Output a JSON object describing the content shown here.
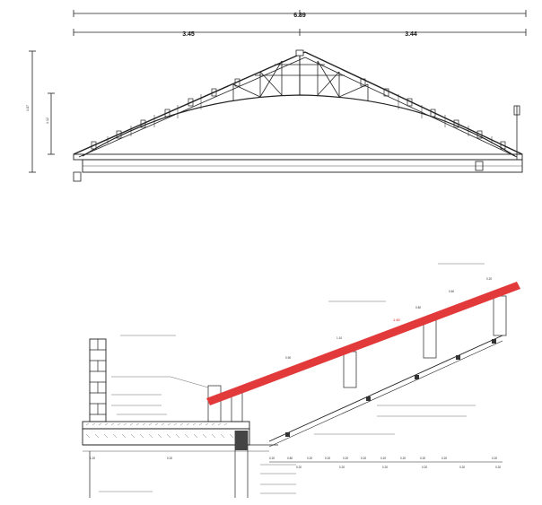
{
  "truss": {
    "overall_span": "6.89",
    "left_half": "3.45",
    "right_half": "3.44",
    "overall_height": "1.87",
    "inner_height": "1.12"
  },
  "detail": {
    "lower_dims": [
      "0.20",
      "0.80",
      "0.20",
      "0.20",
      "0.20",
      "0.20",
      "0.20",
      "0.20",
      "0.20",
      "0.20",
      "0.20"
    ],
    "lower_dims_2": [
      "1.20",
      "0.20",
      "0.20",
      "0.20",
      "0.20",
      "0.20",
      "0.20",
      "0.20"
    ],
    "slope_labels": [
      "0.90",
      "1.10",
      "0.80",
      "0.60",
      "0.20"
    ],
    "red_beam_label": "1.60",
    "colors": {
      "beam": "#e23a3a",
      "line": "#222222",
      "hatch": "#555555"
    }
  }
}
